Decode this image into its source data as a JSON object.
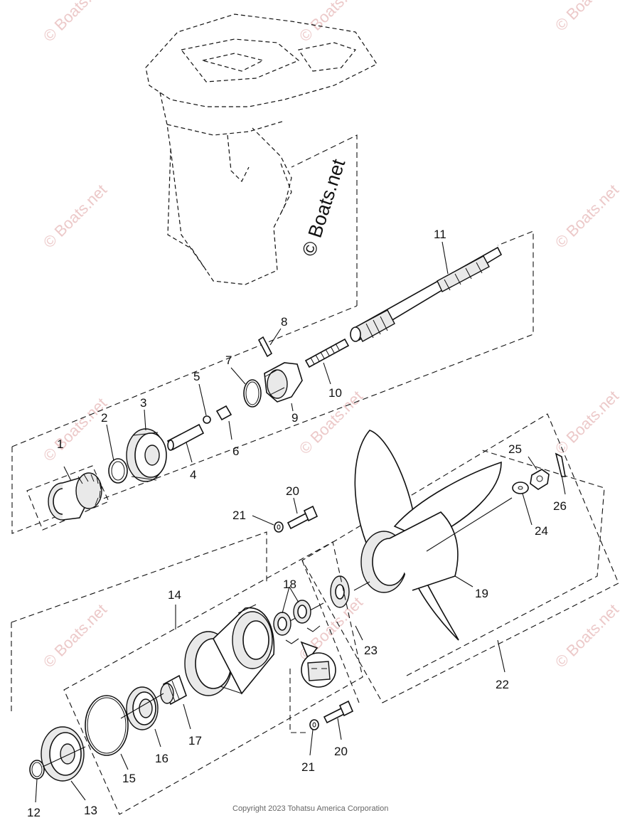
{
  "watermark": {
    "text": "© Boats.net",
    "center_text": "© Boats.net",
    "color": "#e6b7b7"
  },
  "copyright": "Copyright 2023 Tohatsu America Corporation",
  "callouts": {
    "c1": "1",
    "c2": "2",
    "c3": "3",
    "c4": "4",
    "c5": "5",
    "c6": "6",
    "c7": "7",
    "c8": "8",
    "c9": "9",
    "c10": "10",
    "c11": "11",
    "c12": "12",
    "c13": "13",
    "c14": "14",
    "c15": "15",
    "c16": "16",
    "c17": "17",
    "c18": "18",
    "c19": "19",
    "c20a": "20",
    "c20b": "20",
    "c21a": "21",
    "c21b": "21",
    "c22": "22",
    "c23": "23",
    "c24": "24",
    "c25": "25",
    "c26": "26"
  }
}
